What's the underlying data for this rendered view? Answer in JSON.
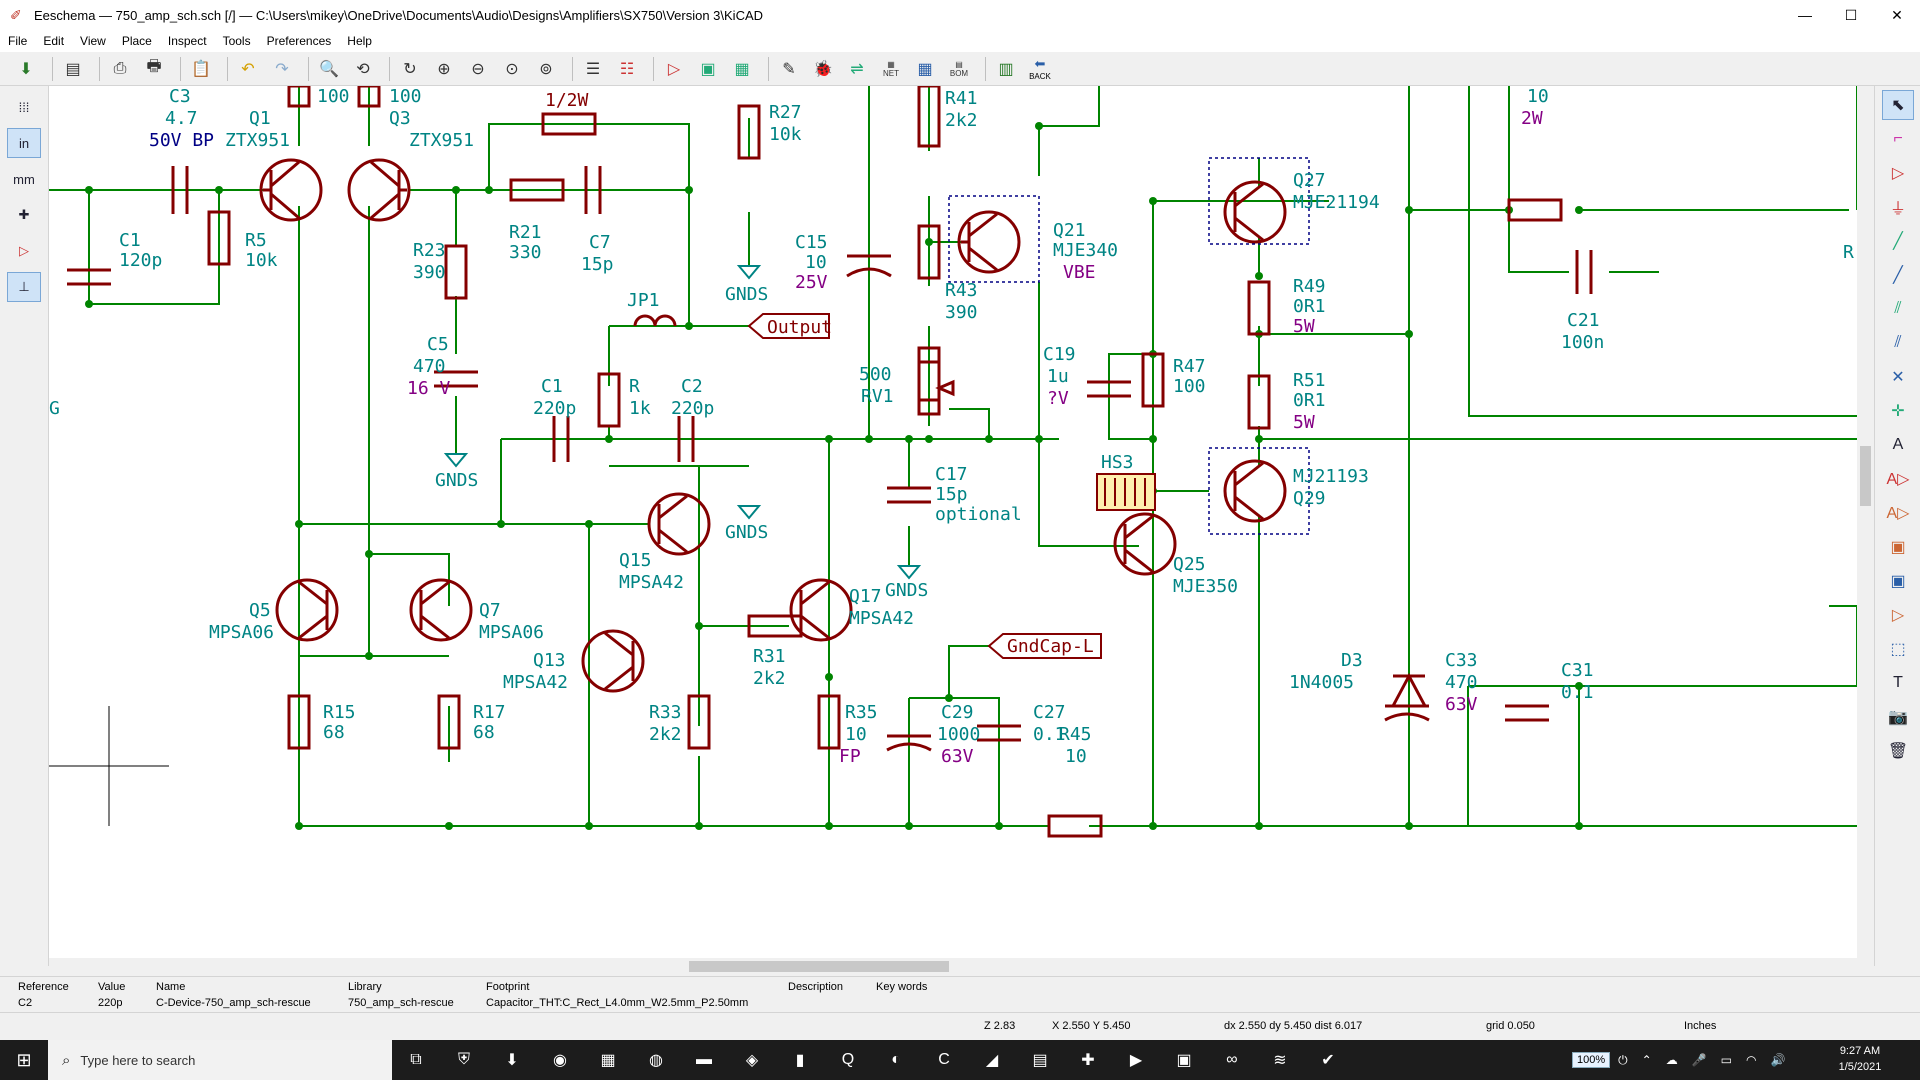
{
  "window": {
    "title": "Eeschema — 750_amp_sch.sch [/] — C:\\Users\\mikey\\OneDrive\\Documents\\Audio\\Designs\\Amplifiers\\SX750\\Version 3\\KiCAD",
    "minimize": "—",
    "maximize": "☐",
    "close": "✕"
  },
  "menu": [
    "File",
    "Edit",
    "View",
    "Place",
    "Inspect",
    "Tools",
    "Preferences",
    "Help"
  ],
  "toolbar": {
    "back_label": "BACK",
    "net_label": "NET",
    "bom_label": "BOM"
  },
  "left_toolbar": {
    "units_in": "in",
    "units_mm": "mm"
  },
  "schematic": {
    "wire_color": "#008400",
    "component_color": "#840000",
    "label_color": "#008484",
    "value_color": "#000084",
    "labels": {
      "c3_ref": "C3",
      "c3_val": "4.7",
      "c3_v": "50V BP",
      "q1_ref": "Q1",
      "q1_val": "ZTX951",
      "r_top1": "100",
      "r_top2": "100",
      "q3_ref": "Q3",
      "q3_val": "ZTX951",
      "r_half": "1/2W",
      "c1a_ref": "C1",
      "c1a_val": "120p",
      "r5_ref": "R5",
      "r5_val": "10k",
      "r23_ref": "R23",
      "r23_val": "390",
      "r21_ref": "R21",
      "r21_val": "330",
      "c7_ref": "C7",
      "c7_val": "15p",
      "r27_ref": "R27",
      "r27_val": "10k",
      "gnds1": "GNDS",
      "jp1": "JP1",
      "output": "Output",
      "c5_ref": "C5",
      "c5_val": "470",
      "c5_v": "16 V",
      "gnds2": "GNDS",
      "c1b_ref": "C1",
      "c1b_val": "220p",
      "r_ref": "R",
      "r_val": "1k",
      "c2_ref": "C2",
      "c2_val": "220p",
      "c15_ref": "C15",
      "c15_val": "10",
      "c15_v": "25V",
      "r41_ref": "R41",
      "r41_val": "2k2",
      "r_top3": "10",
      "q21_ref": "Q21",
      "q21_val": "MJE340",
      "q21_note": "VBE",
      "r43_ref": "R43",
      "r43_val": "390",
      "rv1_val": "500",
      "rv1_ref": "RV1",
      "c17_ref": "C17",
      "c17_val": "15p",
      "c17_note": "optional",
      "gnds3": "GNDS",
      "gnds4": "GNDS",
      "q15_ref": "Q15",
      "q15_val": "MPSA42",
      "q17_ref": "Q17",
      "q17_val": "MPSA42",
      "q5_ref": "Q5",
      "q5_val": "MPSA06",
      "q7_ref": "Q7",
      "q7_val": "MPSA06",
      "q13_ref": "Q13",
      "q13_val": "MPSA42",
      "r15_ref": "R15",
      "r15_val": "68",
      "r17_ref": "R17",
      "r17_val": "68",
      "r33_ref": "R33",
      "r33_val": "2k2",
      "r31_ref": "R31",
      "r31_val": "2k2",
      "r35_ref": "R35",
      "r35_val": "10",
      "r35_note": "FP",
      "gndcap": "GndCap-L",
      "c29_ref": "C29",
      "c29_val": "1000",
      "c29_v": "63V",
      "c27_ref": "C27",
      "c27_val": "0.1",
      "r45_ref": "R45",
      "r45_val": "10",
      "c19_ref": "C19",
      "c19_val": "1u",
      "c19_v": "?V",
      "r47_ref": "R47",
      "r47_val": "100",
      "hs3": "HS3",
      "q25_ref": "Q25",
      "q25_val": "MJE350",
      "q27_ref": "Q27",
      "q27_val": "MJE21194",
      "r49_ref": "R49",
      "r49_val": "0R1",
      "r49_w": "5W",
      "r51_ref": "R51",
      "r51_val": "0R1",
      "r51_w": "5W",
      "q29_val": "MJ21193",
      "q29_ref": "Q29",
      "r_2w_val": "10",
      "r_2w_w": "2W",
      "c21_ref": "C21",
      "c21_val": "100n",
      "d3_ref": "D3",
      "d3_val": "1N4005",
      "c33_ref": "C33",
      "c33_val": "470",
      "c33_v": "63V",
      "c31_ref": "C31",
      "c31_val": "0.1",
      "partial_g": "G",
      "partial_r": "R"
    }
  },
  "msgpanel": {
    "reference_hdr": "Reference",
    "reference": "C2",
    "value_hdr": "Value",
    "value": "220p",
    "name_hdr": "Name",
    "name": "C-Device-750_amp_sch-rescue",
    "library_hdr": "Library",
    "library": "750_amp_sch-rescue",
    "footprint_hdr": "Footprint",
    "footprint": "Capacitor_THT:C_Rect_L4.0mm_W2.5mm_P2.50mm",
    "description_hdr": "Description",
    "keywords_hdr": "Key words"
  },
  "status": {
    "zoom": "Z 2.83",
    "xy": "X 2.550  Y 5.450",
    "dxy": "dx 2.550  dy 5.450  dist 6.017",
    "grid": "grid 0.050",
    "units": "Inches"
  },
  "taskbar": {
    "search_placeholder": "Type here to search",
    "battery": "100%",
    "time": "9:27 AM",
    "date": "1/5/2021"
  }
}
